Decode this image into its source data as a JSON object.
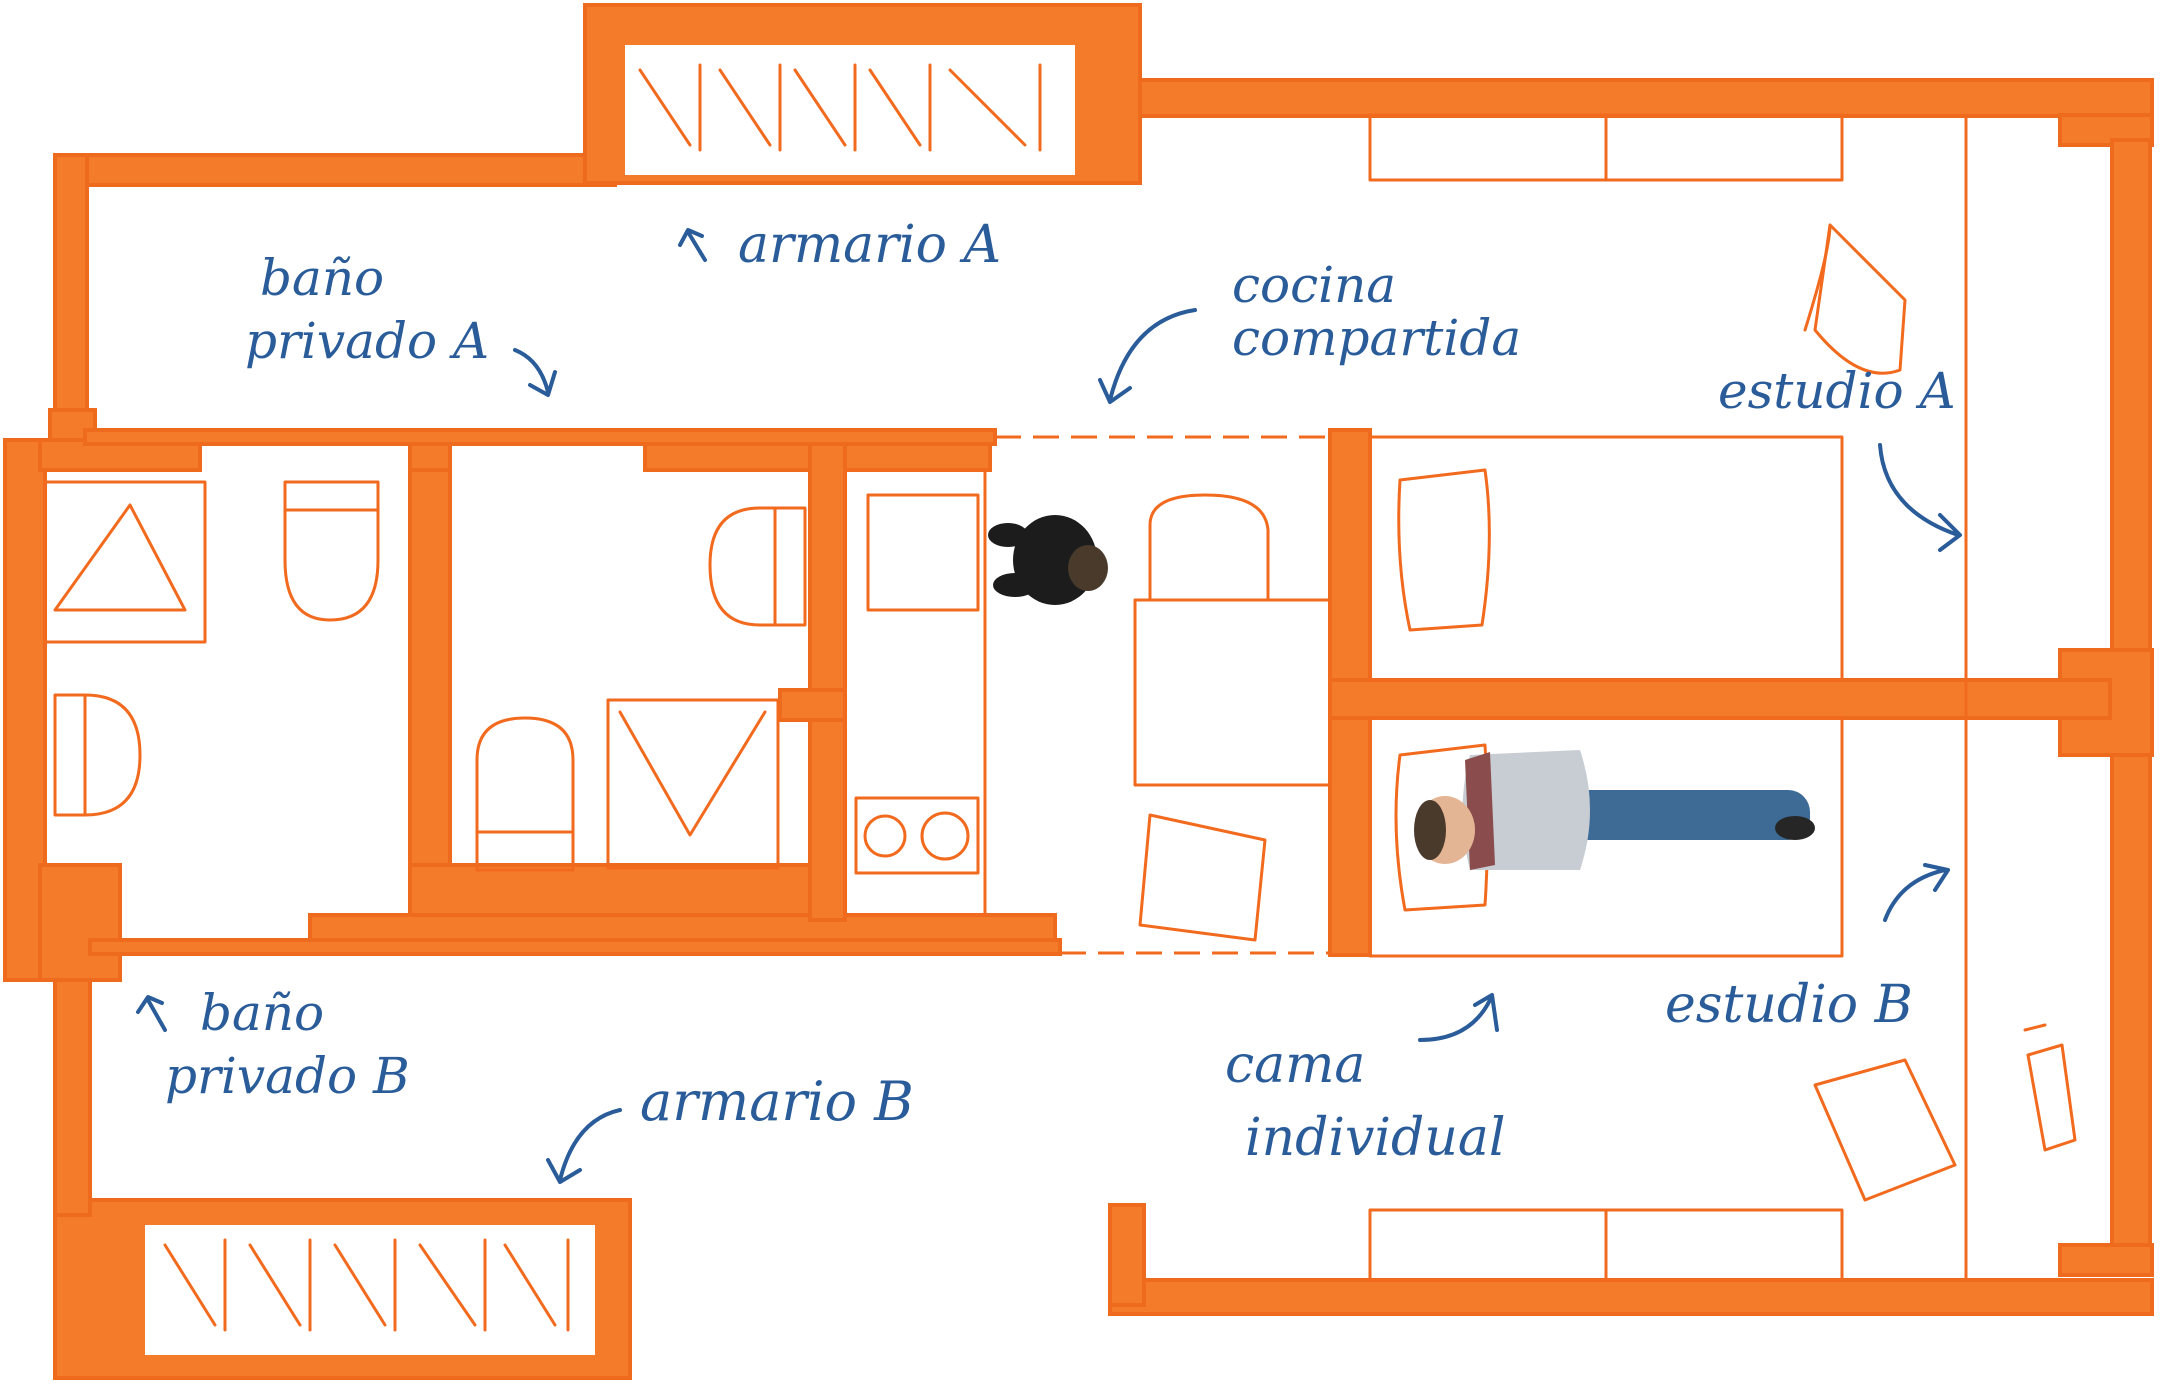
{
  "labels": {
    "armario_a": "armario A",
    "bano_a_line1": "baño",
    "bano_a_line2": "privado A",
    "cocina_line1": "cocina",
    "cocina_line2": "compartida",
    "estudio_a": "estudio A",
    "bano_b_line1": "baño",
    "bano_b_line2": "privado B",
    "armario_b": "armario B",
    "cama_line1": "cama",
    "cama_line2": "individual",
    "estudio_b": "estudio B"
  },
  "colors": {
    "wall": "#f47b2a",
    "ink": "#2a5c9a"
  }
}
